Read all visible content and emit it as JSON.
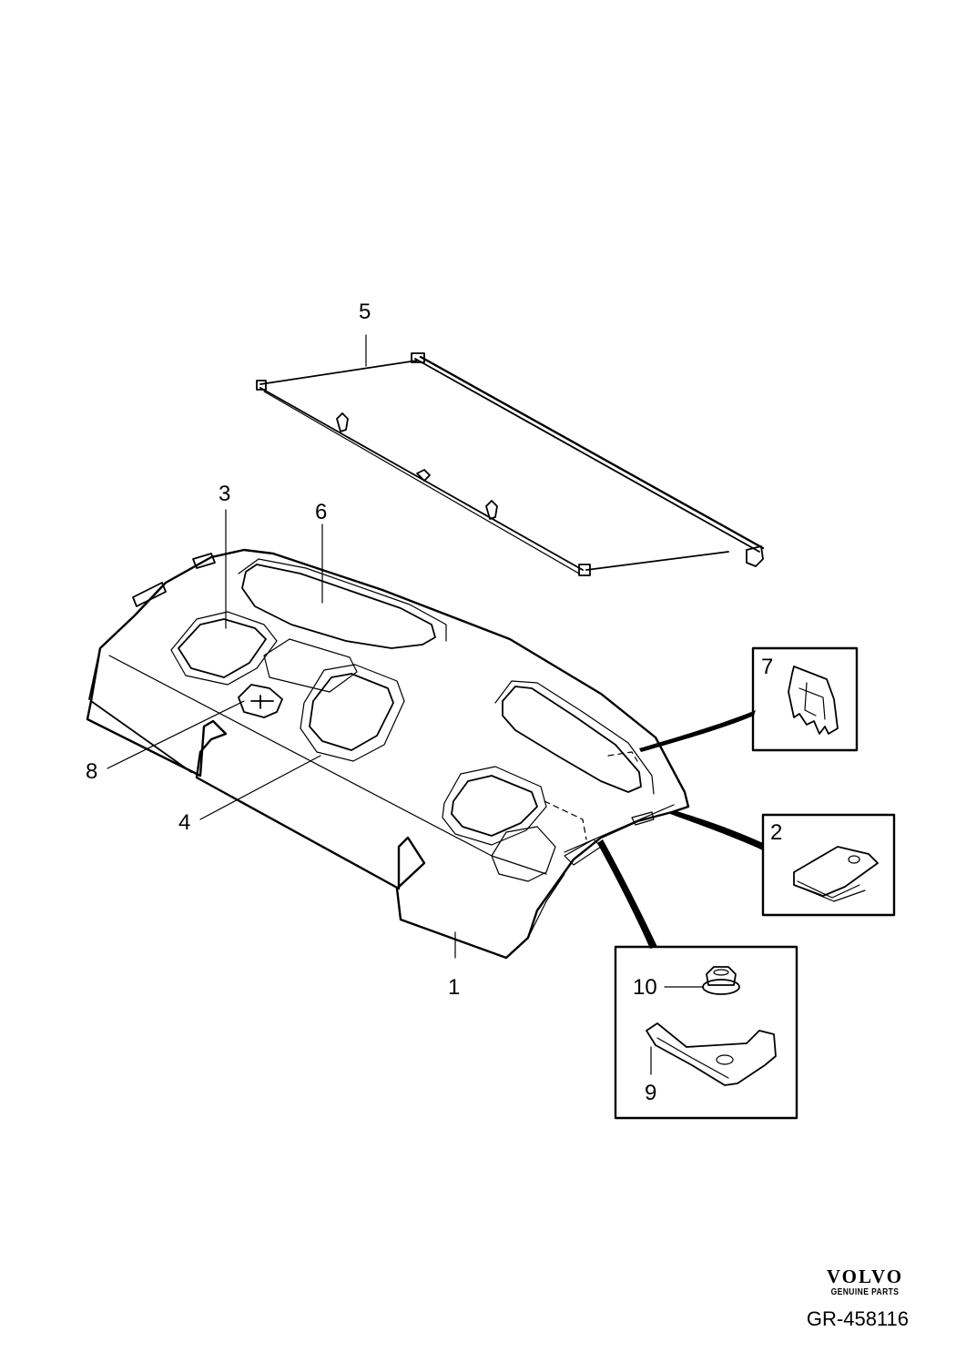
{
  "callouts": {
    "c1": "1",
    "c2": "2",
    "c3": "3",
    "c4": "4",
    "c5": "5",
    "c6": "6",
    "c7": "7",
    "c8": "8",
    "c9": "9",
    "c10": "10"
  },
  "brand": {
    "name": "VOLVO",
    "subtitle": "GENUINE PARTS"
  },
  "reference": "GR-458116"
}
